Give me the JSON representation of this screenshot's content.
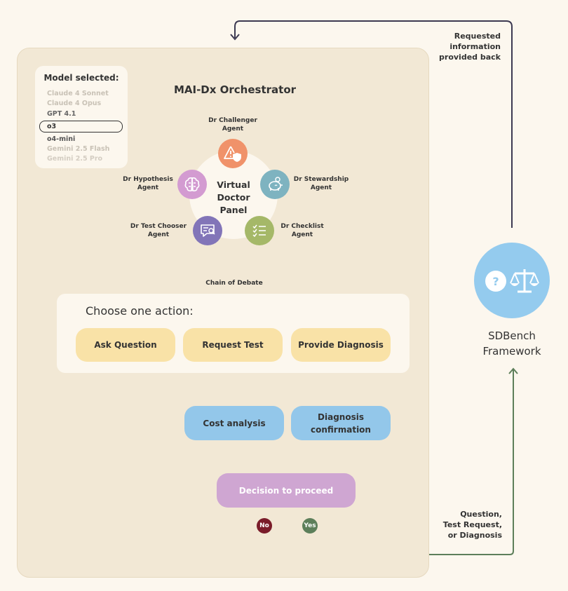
{
  "model_panel": {
    "title": "Model selected:",
    "items": [
      {
        "label": "Claude 4 Sonnet",
        "color": "#c9c2b6"
      },
      {
        "label": "Claude 4 Opus",
        "color": "#c9c2b6"
      },
      {
        "label": "GPT 4.1",
        "color": "#666666"
      },
      {
        "label": "o3",
        "color": "#333333",
        "selected": true
      },
      {
        "label": "o4-mini",
        "color": "#555555"
      },
      {
        "label": "Gemini 2.5 Flash",
        "color": "#c9c2b6"
      },
      {
        "label": "Gemini 2.5 Pro",
        "color": "#d4cdc2"
      }
    ]
  },
  "orchestrator": {
    "title": "MAI-Dx Orchestrator",
    "center_line1": "Virtual",
    "center_line2": "Doctor",
    "center_line3": "Panel",
    "agents": {
      "challenger": {
        "line1": "Dr Challenger",
        "line2": "Agent",
        "color": "#f0926a",
        "icon": "warning-shield-icon"
      },
      "hypothesis": {
        "line1": "Dr Hypothesis",
        "line2": "Agent",
        "color": "#d39bd1",
        "icon": "brain-icon"
      },
      "stewardship": {
        "line1": "Dr Stewardship",
        "line2": "Agent",
        "color": "#7eb3c0",
        "icon": "piggy-bank-icon"
      },
      "test_chooser": {
        "line1": "Dr Test Chooser",
        "line2": "Agent",
        "color": "#8275b8",
        "icon": "chat-search-icon"
      },
      "checklist": {
        "line1": "Dr Checklist",
        "line2": "Agent",
        "color": "#a5b868",
        "icon": "checklist-icon"
      }
    },
    "chain_label": "Chain of Debate"
  },
  "actions": {
    "title": "Choose one action:",
    "ask": "Ask Question",
    "request": "Request Test",
    "diagnosis": "Provide Diagnosis"
  },
  "analysis": {
    "cost": "Cost analysis",
    "confirm_line1": "Diagnosis",
    "confirm_line2": "confirmation"
  },
  "decision": {
    "label": "Decision to proceed",
    "no": "No",
    "yes": "Yes",
    "no_color": "#7a1c2a",
    "yes_color": "#5d7f5a"
  },
  "sdbench": {
    "line1": "SDBench",
    "line2": "Framework",
    "returned_line1": "Requested",
    "returned_line2": "information",
    "returned_line3": "provided back",
    "input_line1": "Question,",
    "input_line2": "Test Request,",
    "input_line3": "or Diagnosis"
  }
}
